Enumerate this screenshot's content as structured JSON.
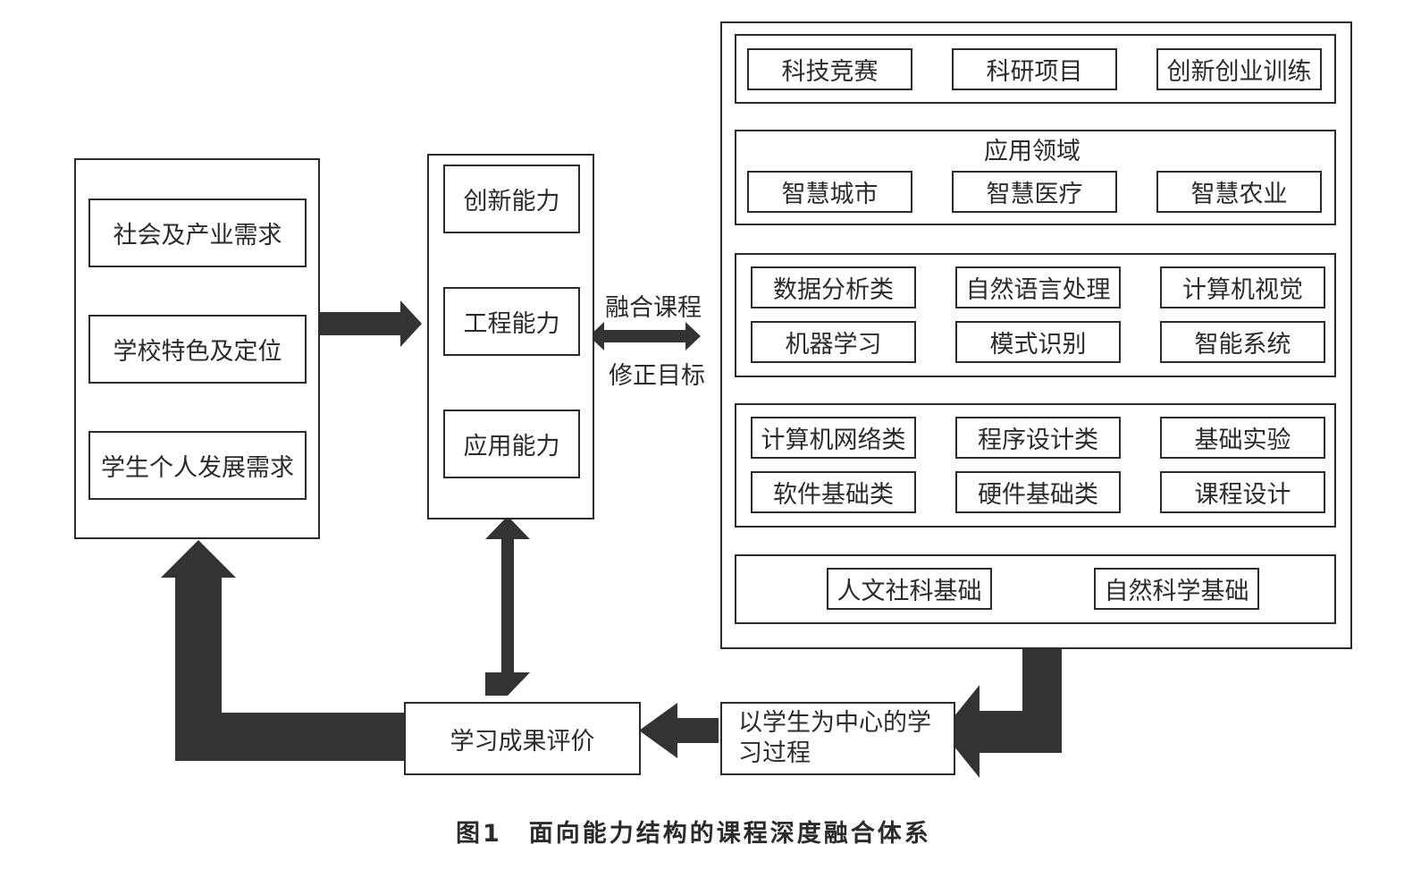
{
  "colors": {
    "ink": "#2b2b2b",
    "background": "#ffffff"
  },
  "left_column": {
    "items": [
      "社会及产业需求",
      "学校特色及定位",
      "学生个人发展需求"
    ]
  },
  "abilities": {
    "items": [
      "创新能力",
      "工程能力",
      "应用能力"
    ]
  },
  "link_labels": {
    "top": "融合课程",
    "bottom": "修正目标"
  },
  "curriculum": {
    "practice": [
      "科技竞赛",
      "科研项目",
      "创新创业训练"
    ],
    "application_domain": {
      "title": "应用领域",
      "items": [
        "智慧城市",
        "智慧医疗",
        "智慧农业"
      ]
    },
    "specialty": {
      "row1": [
        "数据分析类",
        "自然语言处理",
        "计算机视觉"
      ],
      "row2": [
        "机器学习",
        "模式识别",
        "智能系统"
      ]
    },
    "foundation": {
      "row1": [
        "计算机网络类",
        "程序设计类",
        "基础实验"
      ],
      "row2": [
        "软件基础类",
        "硬件基础类",
        "课程设计"
      ]
    },
    "general": [
      "人文社科基础",
      "自然科学基础"
    ]
  },
  "process": {
    "student_centered": "以学生为中心的学习过程",
    "evaluation": "学习成果评价"
  },
  "caption": "图1　面向能力结构的课程深度融合体系"
}
